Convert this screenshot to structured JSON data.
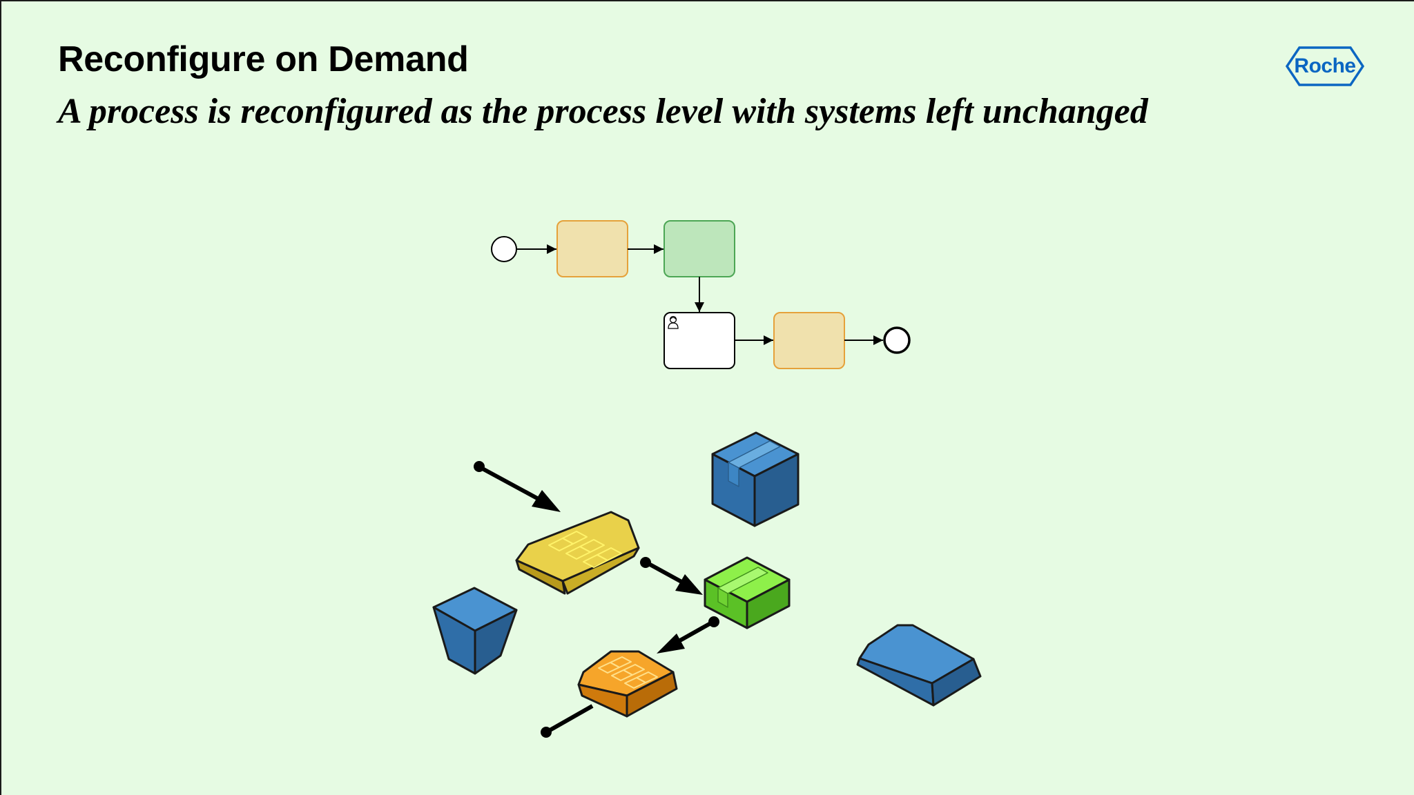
{
  "slide": {
    "title": "Reconfigure on Demand",
    "subtitle": "A process is reconfigured as the process level with systems left unchanged",
    "logo_text": "Roche"
  },
  "colors": {
    "background": "#e6fbe3",
    "task_orange_fill": "#f0e1ad",
    "task_orange_stroke": "#e5a13a",
    "task_green_fill": "#bde6bb",
    "task_green_stroke": "#4ca654",
    "system_blue": "#3a82c0",
    "system_yellow": "#e3c83a",
    "system_green": "#78e43c",
    "system_orange": "#f39a1c",
    "logo_blue": "#0b66c2"
  },
  "process_diagram": {
    "elements": [
      {
        "kind": "start-event"
      },
      {
        "kind": "task",
        "style": "orange"
      },
      {
        "kind": "task",
        "style": "green"
      },
      {
        "kind": "user-task",
        "icon": "user-icon"
      },
      {
        "kind": "task",
        "style": "orange"
      },
      {
        "kind": "end-event"
      }
    ]
  },
  "system_diagram": {
    "blocks": [
      {
        "name": "blue-cube",
        "color": "blue"
      },
      {
        "name": "yellow-slab",
        "color": "yellow",
        "icon": "grid-icon"
      },
      {
        "name": "green-cube",
        "color": "green"
      },
      {
        "name": "blue-funnel",
        "color": "blue"
      },
      {
        "name": "orange-slab",
        "color": "orange",
        "icon": "grid-icon"
      },
      {
        "name": "blue-flat-slab",
        "color": "blue"
      }
    ]
  }
}
